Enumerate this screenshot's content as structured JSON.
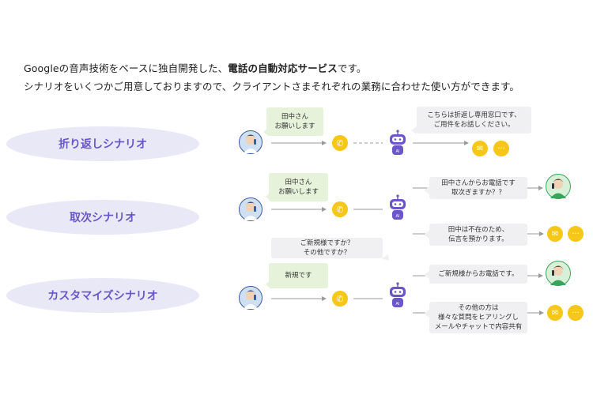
{
  "intro": {
    "line1_pre": "Googleの音声技術をベースに独自開発した、",
    "line1_bold": "電話の自動対応サービス",
    "line1_post": "です。",
    "line2": "シナリオをいくつかご用意しておりますので、クライアントさまそれぞれの業務に合わせた使い方ができます。"
  },
  "scenarios": [
    {
      "label": "折り返しシナリオ"
    },
    {
      "label": "取次シナリオ"
    },
    {
      "label": "カスタマイズシナリオ"
    }
  ],
  "bubbles": {
    "s1_user": "田中さん\nお願いします",
    "s1_bot": "こちらは折返し専用窓口です、\nご用件をお話しください。",
    "s2_user": "田中さん\nお願いします",
    "s2_bot_top": "田中さんからお電話です\n取次ぎますか？？",
    "s2_bot_bottom": "田中は不在のため、\n伝言を預かります。",
    "s3_question": "ご新規様ですか？\nその他ですか？",
    "s3_user": "新規です",
    "s3_bot_top": "ご新規様からお電話です。",
    "s3_bot_bottom": "その他の方は\n様々な質問をヒアリングし\nメールやチャットで内容共有"
  },
  "colors": {
    "accent": "#6a55c9",
    "pill_bg": "#e9e8f7",
    "phone_yellow": "#f6c618",
    "user_bubble": "#e6f2da",
    "bot_bubble": "#f0f0f3"
  },
  "icons": {
    "phone": "phone-icon",
    "mail": "mail-icon",
    "chat": "chat-icon",
    "robot": "robot-icon",
    "user": "user-avatar",
    "customer": "customer-avatar"
  }
}
